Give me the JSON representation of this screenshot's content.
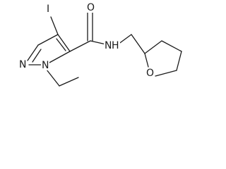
{
  "molecule": {
    "atoms": {
      "iodine": "I",
      "carbonyl_oxygen": "O",
      "ring_nitrogen_1": "N",
      "ring_nitrogen_2": "N",
      "amide_nitrogen": "N",
      "amide_hydrogen": "H",
      "ring_oxygen": "O"
    },
    "colors": {
      "bond": "#1a1a1a",
      "text": "#1a1a1a",
      "background": "#ffffff"
    }
  }
}
